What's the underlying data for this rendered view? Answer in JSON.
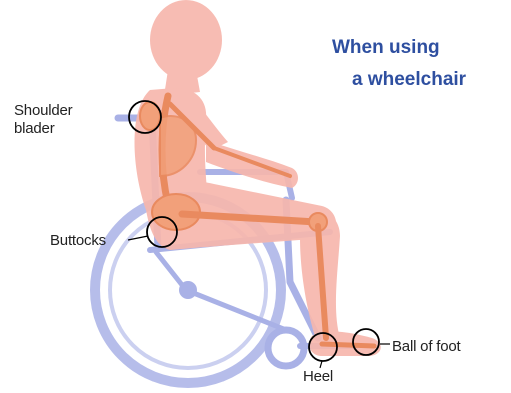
{
  "title": {
    "line1": "When using",
    "line2": "a wheelchair"
  },
  "labels": {
    "shoulder_line1": "Shoulder",
    "shoulder_line2": "blader",
    "buttocks": "Buttocks",
    "ball_of_foot": "Ball of foot",
    "heel": "Heel"
  },
  "colors": {
    "title": "#2e4fa0",
    "wheelchair": "#a9b1e6",
    "body": "#f7b7ad",
    "skeleton": "#e98a5f",
    "marker": "#000000"
  }
}
